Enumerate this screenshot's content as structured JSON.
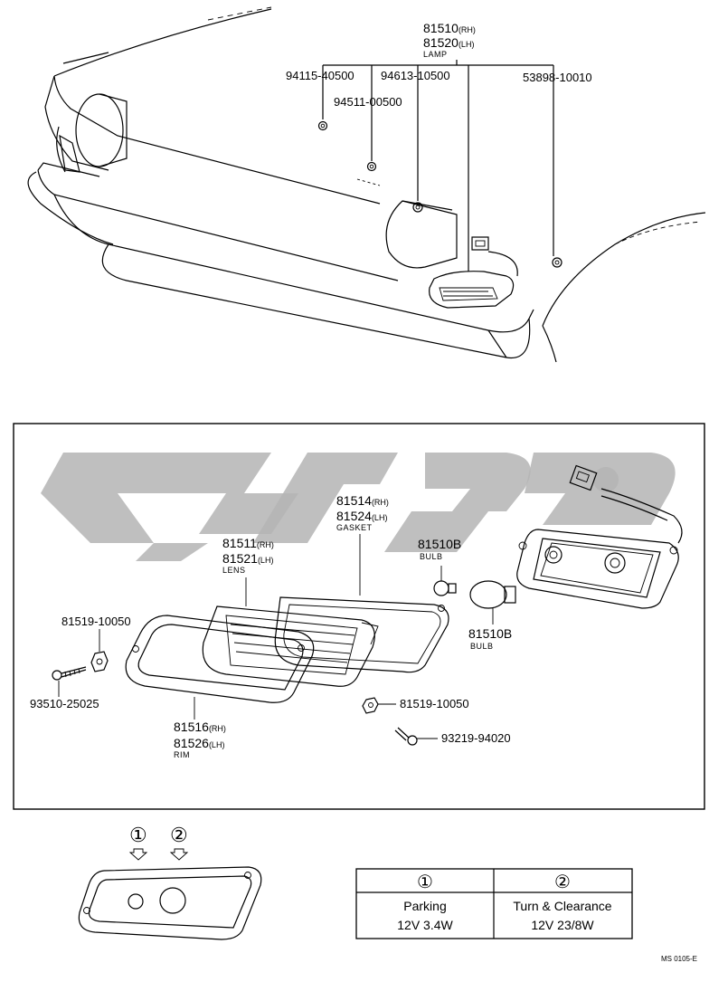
{
  "top_view": {
    "lamp_label": {
      "rh": "81510",
      "rh_suffix": "(RH)",
      "lh": "81520",
      "lh_suffix": "(LH)",
      "name": "LAMP"
    },
    "parts": [
      {
        "id": "p1",
        "number": "94115-40500"
      },
      {
        "id": "p2",
        "number": "94613-10500"
      },
      {
        "id": "p3",
        "number": "94511-00500"
      },
      {
        "id": "p4",
        "number": "53898-10010"
      }
    ]
  },
  "exploded_view": {
    "gasket": {
      "rh": "81514",
      "rh_suffix": "(RH)",
      "lh": "81524",
      "lh_suffix": "(LH)",
      "name": "GASKET"
    },
    "lens": {
      "rh": "81511",
      "rh_suffix": "(RH)",
      "lh": "81521",
      "lh_suffix": "(LH)",
      "name": "LENS"
    },
    "rim": {
      "rh": "81516",
      "rh_suffix": "(RH)",
      "lh": "81526",
      "lh_suffix": "(LH)",
      "name": "RIM"
    },
    "bulb_small": {
      "number": "81510B",
      "name": "BULB"
    },
    "bulb_large": {
      "number": "81510B",
      "name": "BULB"
    },
    "nut_left": "81519-10050",
    "screw_left": "93510-25025",
    "nut_right": "81519-10050",
    "screw_right": "93219-94020"
  },
  "bottom": {
    "markers": [
      "①",
      "②"
    ],
    "table": {
      "columns": [
        {
          "marker": "①",
          "line1": "Parking",
          "line2": "12V 3.4W"
        },
        {
          "marker": "②",
          "line1": "Turn & Clearance",
          "line2": "12V 23/8W"
        }
      ]
    },
    "code": "MS 0105-E"
  }
}
